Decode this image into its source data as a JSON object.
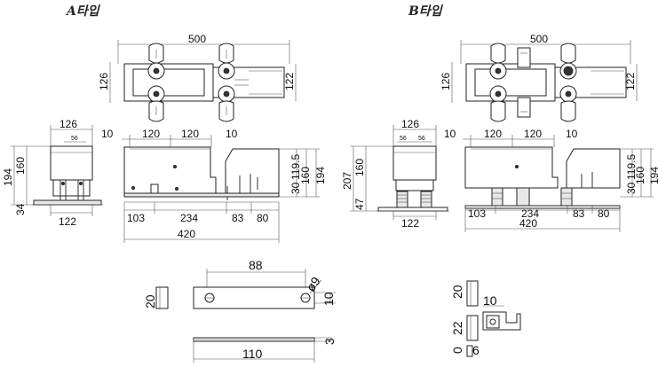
{
  "type_a": {
    "title": "A타입",
    "top": {
      "width": "500",
      "left_height": "126",
      "right_height": "122"
    },
    "front": {
      "width": "126",
      "top_small": "56",
      "bottom_width": "122",
      "height_total": "194",
      "height_body": "160",
      "height_base": "34"
    },
    "side": {
      "top_dims": [
        "10",
        "120",
        "120",
        "10"
      ],
      "bottom_dims": [
        "103",
        "234",
        "83",
        "80"
      ],
      "total_width": "420",
      "heights": [
        "30",
        "119.5",
        "160",
        "194"
      ]
    }
  },
  "type_b": {
    "title": "B타입",
    "top": {
      "width": "500",
      "left_height": "126",
      "right_height": "122"
    },
    "front": {
      "width": "126",
      "top_small_1": "56",
      "top_small_2": "56",
      "bottom_width": "122",
      "height_total": "207",
      "height_body": "160",
      "height_base": "47"
    },
    "side": {
      "top_dims": [
        "10",
        "120",
        "120",
        "10"
      ],
      "bottom_dims": [
        "103",
        "234",
        "83",
        "80"
      ],
      "total_width": "420",
      "heights": [
        "30",
        "119.5",
        "160",
        "194"
      ]
    }
  },
  "bracket_a": {
    "hole_spacing": "88",
    "hole_dia": "ø9",
    "side_height": "20",
    "width_dim": "10",
    "total_length": "110",
    "thickness": "3"
  },
  "bracket_b": {
    "top_height": "20",
    "width": "10",
    "height_22": "22",
    "dim_6": "6",
    "dim_0": "0"
  },
  "colors": {
    "line": "#333333",
    "background": "#ffffff"
  }
}
